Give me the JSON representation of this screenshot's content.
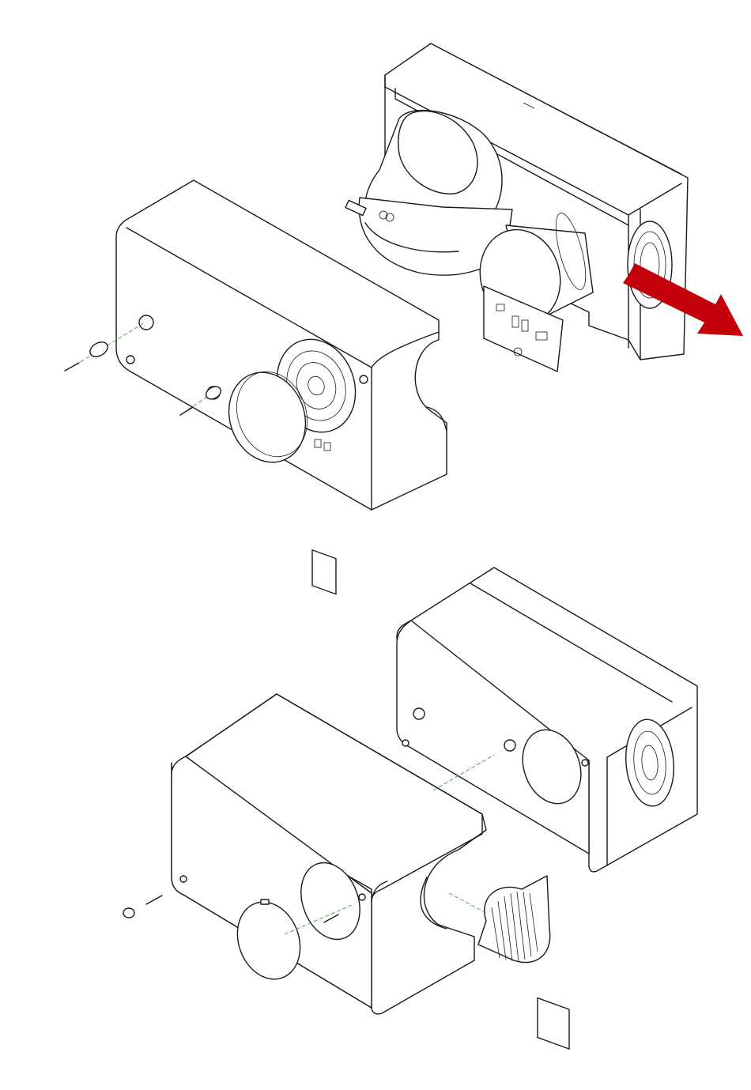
{
  "figure": {
    "panels": [
      {
        "id": "top",
        "step": "remove-front-cover",
        "arrow": "red-arrow"
      },
      {
        "id": "bottom",
        "step": "remove-outer-housing"
      }
    ],
    "colors": {
      "line": "#1a1a1a",
      "guide": "#3a9a3a",
      "arrow": "#c4000a",
      "background": "#ffffff"
    },
    "icons": [
      "screw-icon",
      "washer-icon",
      "grille-icon",
      "round-cover-icon",
      "arrow-icon"
    ]
  }
}
